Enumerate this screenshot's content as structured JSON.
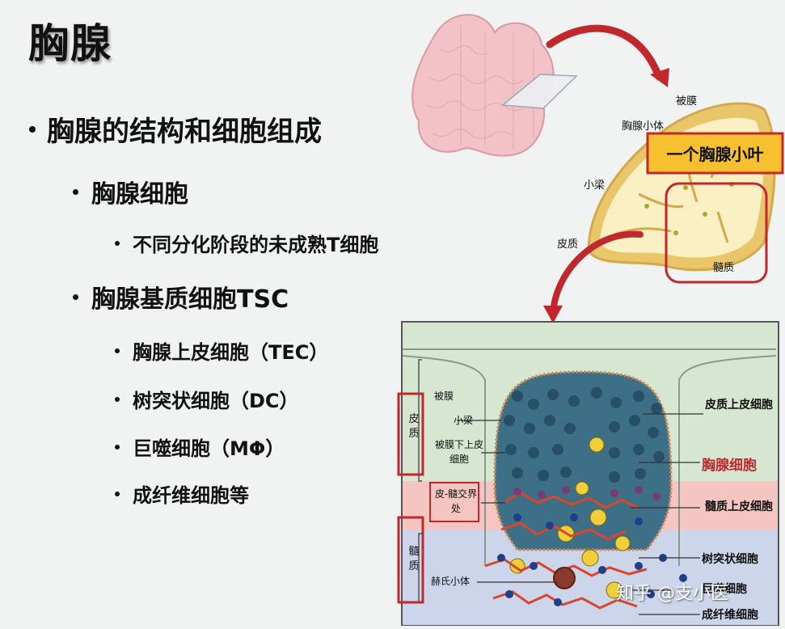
{
  "slide": {
    "title": "胸腺",
    "bullets": [
      {
        "label": "胸腺的结构和细胞组成"
      },
      {
        "label": "胸腺细胞"
      },
      {
        "label": "不同分化阶段的未成熟T细胞"
      },
      {
        "label": "胸腺基质细胞TSC"
      },
      {
        "label": "胸腺上皮细胞（TEC）"
      },
      {
        "label": "树突状细胞（DC）"
      },
      {
        "label": "巨噬细胞（MΦ）"
      },
      {
        "label": "成纤维细胞等"
      }
    ]
  },
  "lobule_figure": {
    "labels": {
      "capsule": "被膜",
      "thymic_body": "胸腺小体",
      "trabecula": "小梁",
      "cortex": "皮质",
      "medulla": "髓质"
    },
    "highlight_box": "一个胸腺小叶"
  },
  "histology_figure": {
    "region_labels": {
      "cortex": "皮质",
      "medulla": "髓质"
    },
    "left_labels": {
      "capsule": "被膜",
      "trabecula": "小梁",
      "subcapsular": "被膜下上皮细胞",
      "junction": "皮-髓交界处",
      "hassall": "赫氏小体"
    },
    "right_labels": {
      "cortical_epithelium": "皮质上皮细胞",
      "thymocyte": "胸腺细胞",
      "medullary_epithelium": "髓质上皮细胞",
      "dendritic": "树突状细胞",
      "macrophage": "巨噬细胞",
      "fibroblast": "成纤维细胞"
    }
  },
  "watermark": "知乎 @支小医",
  "colors": {
    "accent_red": "#c0282d",
    "highlight_yellow": "#f6c02e",
    "cortex_green": "#d8ead2",
    "junction_pink": "#f5c6c1",
    "medulla_blue": "#cdd6ea"
  }
}
